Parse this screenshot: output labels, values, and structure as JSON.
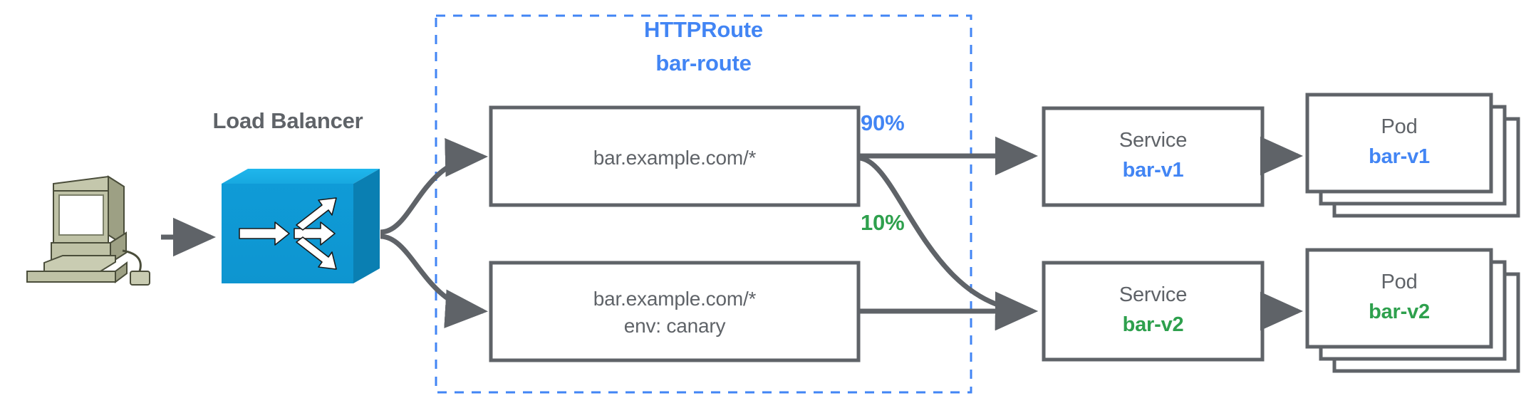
{
  "diagram": {
    "type": "kubernetes-gateway-api-traffic-splitting",
    "client": {
      "icon": "desktop-computer-icon"
    },
    "load_balancer": {
      "label": "Load Balancer",
      "icon": "network-switch-icon",
      "color": "#0F9BD7"
    },
    "httproute": {
      "kind_label": "HTTPRoute",
      "name_label": "bar-route",
      "border_color": "#4285F4",
      "rules": [
        {
          "id": "rule-1",
          "lines": [
            "bar.example.com/*"
          ]
        },
        {
          "id": "rule-2",
          "lines": [
            "bar.example.com/*",
            "env: canary"
          ]
        }
      ]
    },
    "weights": [
      {
        "id": "weight-90",
        "label": "90%",
        "color": "#4285F4",
        "from": "rule-1",
        "to": "service-bar-v1"
      },
      {
        "id": "weight-10",
        "label": "10%",
        "color": "#2EA04D",
        "from": "rule-1",
        "to": "service-bar-v2"
      }
    ],
    "services": [
      {
        "id": "service-bar-v1",
        "kind_label": "Service",
        "name_label": "bar-v1",
        "name_color": "#4285F4"
      },
      {
        "id": "service-bar-v2",
        "kind_label": "Service",
        "name_label": "bar-v2",
        "name_color": "#2EA04D"
      }
    ],
    "pods": [
      {
        "id": "pod-bar-v1",
        "kind_label": "Pod",
        "name_label": "bar-v1",
        "name_color": "#4285F4",
        "replicas": 3
      },
      {
        "id": "pod-bar-v2",
        "kind_label": "Pod",
        "name_label": "bar-v2",
        "name_color": "#2EA04D",
        "replicas": 3
      }
    ],
    "colors": {
      "stroke_gray": "#5F6368",
      "accent_blue": "#4285F4",
      "accent_green": "#2EA04D",
      "switch_blue": "#0F9BD7",
      "computer_beige": "#B5B89A"
    }
  }
}
